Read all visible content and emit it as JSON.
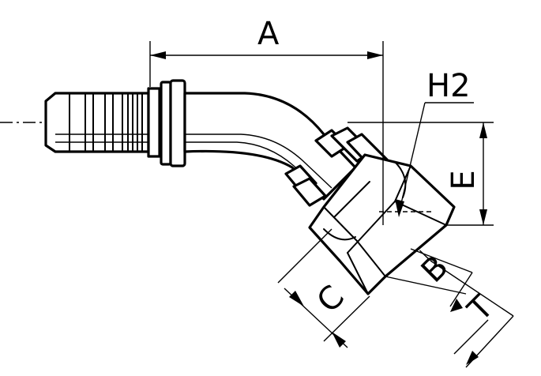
{
  "diagram": {
    "labels": {
      "a": "A",
      "h2": "H2",
      "e": "E",
      "b": "B",
      "c": "C",
      "t": "T"
    }
  }
}
